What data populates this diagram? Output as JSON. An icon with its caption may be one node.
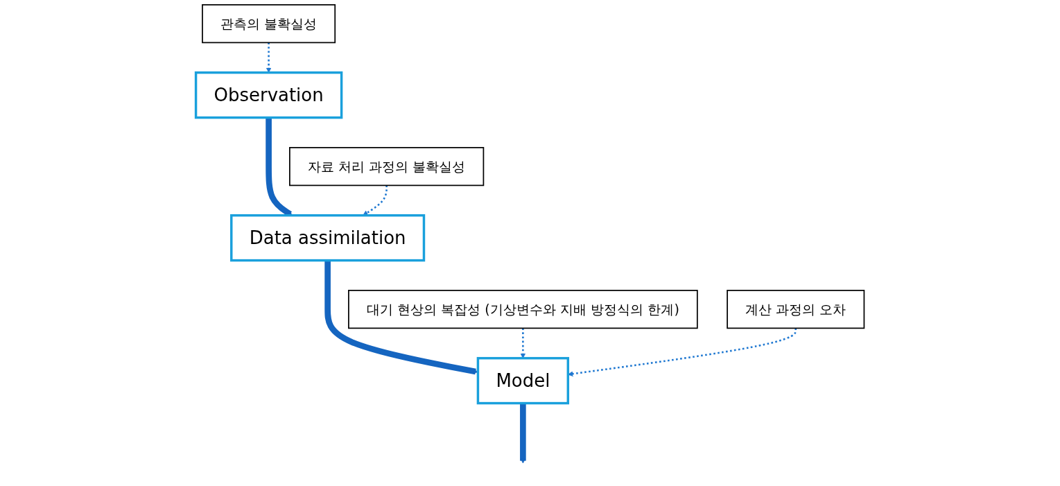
{
  "diagram": {
    "nodes": [
      {
        "text": [
          "Observation"
        ]
      },
      {
        "text": [
          "Data assimilation"
        ]
      },
      {
        "text": [
          "Model"
        ]
      },
      {
        "text": [
          "관측의 불확실성"
        ]
      },
      {
        "text": [
          "자료 처리 과정의 불확실성"
        ]
      },
      {
        "text": [
          "대기 현상의 복잡성 (기상변수와 지배 방정식의 한계)"
        ]
      },
      {
        "text": [
          "계산 과정의 오차"
        ]
      }
    ],
    "edges": [
      {
        "from": 0,
        "to": 1,
        "arrow": "to",
        "style": "thick"
      },
      {
        "from": 1,
        "to": 2,
        "arrow": "to",
        "style": "thick"
      },
      {
        "from": 2,
        "to": null,
        "arrow": "to",
        "style": "thick"
      },
      {
        "from": 3,
        "to": 0,
        "arrow": "to",
        "style": "dashed"
      },
      {
        "from": 4,
        "to": 1,
        "arrow": "to",
        "style": "dashed"
      },
      {
        "from": 5,
        "to": 2,
        "arrow": "to",
        "style": "dashed"
      },
      {
        "from": 6,
        "to": 2,
        "arrow": "to",
        "style": "dashed"
      }
    ]
  }
}
